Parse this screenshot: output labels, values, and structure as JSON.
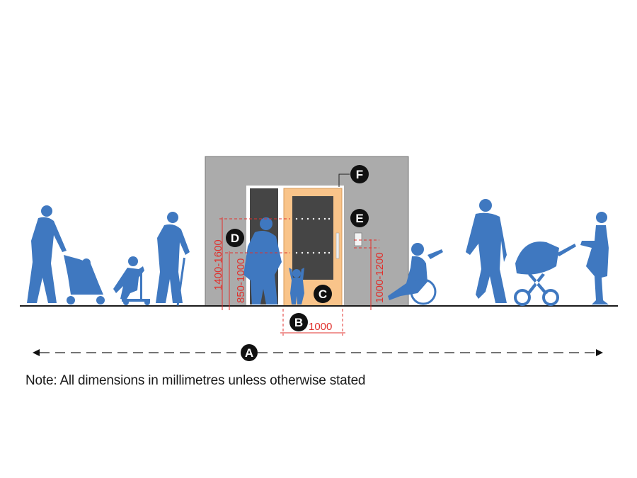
{
  "colors": {
    "figure": "#3f78c0",
    "wall": "#ababab",
    "door": "#f9c48a",
    "glass": "#454545",
    "dimension": "#e0312d",
    "ground": "#1a1a1a"
  },
  "labels": {
    "a": "A",
    "b": "B",
    "c": "C",
    "d": "D",
    "e": "E",
    "f": "F"
  },
  "dimensions": {
    "door_width": "1000",
    "manifestation_high": "1400-1600",
    "manifestation_low": "850-1000",
    "control_height": "1000-1200"
  },
  "note": "Note: All dimensions in millimetres unless otherwise stated"
}
